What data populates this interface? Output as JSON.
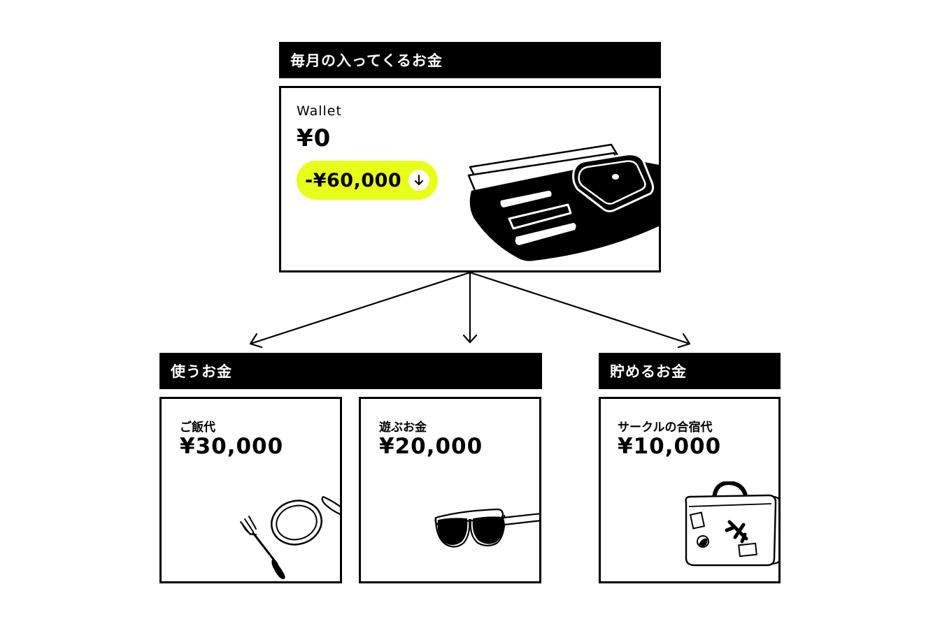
{
  "income": {
    "header": "毎月の入ってくるお金",
    "wallet_label": "Wallet",
    "wallet_amount": "¥0",
    "outflow": "-¥60,000"
  },
  "spend": {
    "header": "使うお金",
    "items": [
      {
        "label": "ご飯代",
        "amount": "¥30,000",
        "icon": "plate-fork-knife-icon"
      },
      {
        "label": "遊ぶお金",
        "amount": "¥20,000",
        "icon": "sunglasses-icon"
      }
    ]
  },
  "save": {
    "header": "貯めるお金",
    "items": [
      {
        "label": "サークルの合宿代",
        "amount": "¥10,000",
        "icon": "suitcase-icon"
      }
    ]
  },
  "colors": {
    "accent": "#e8ff1a",
    "ink": "#000000",
    "paper": "#ffffff"
  }
}
